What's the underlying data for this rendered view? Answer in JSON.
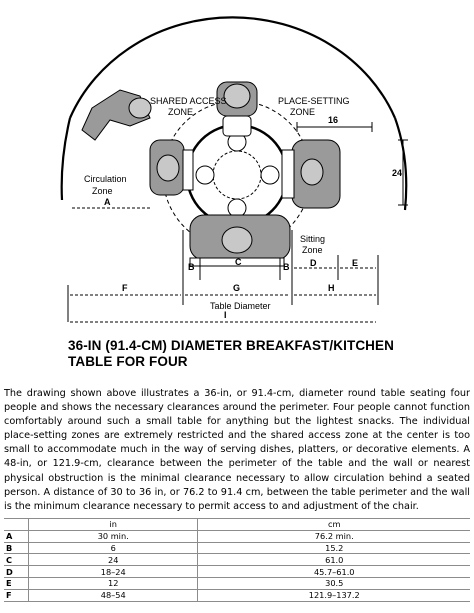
{
  "drawing": {
    "labels": {
      "shared_access": "SHARED ACCESS",
      "zone1": "ZONE",
      "place_setting": "PLACE-SETTING",
      "zone2": "ZONE",
      "circulation": "Circulation",
      "circulation_zone": "Zone",
      "sitting": "Sitting",
      "sitting_zone": "Zone",
      "table_diameter": "Table Diameter",
      "dim_16": "16",
      "dim_24": "24",
      "A": "A",
      "B1": "B",
      "B2": "B",
      "C": "C",
      "D": "D",
      "E": "E",
      "F": "F",
      "G": "G",
      "H": "H",
      "I": "I"
    }
  },
  "title": {
    "line1": "36-IN (91.4-CM) DIAMETER BREAKFAST/KITCHEN",
    "line2": "TABLE FOR FOUR"
  },
  "paragraph": "The drawing shown above illustrates a 36-in, or 91.4-cm, diameter round table seating four people and shows the necessary clearances around the perimeter. Four people cannot function comfortably around such a small table for anything but the lightest snacks. The individual place-setting zones are extremely restricted and the shared access zone at the center is too small to accommodate much in the way of serving dishes, platters, or decorative elements. A 48-in, or 121.9-cm, clearance between the perimeter of the table and the wall or nearest physical obstruction is the minimal clearance necessary to allow circulation behind a seated person. A distance of 30 to 36 in, or 76.2 to 91.4 cm, between the table perimeter and the wall is the minimum clearance necessary to permit access to and adjustment of the chair.",
  "table": {
    "headers": [
      "",
      "in",
      "cm"
    ],
    "rows": [
      {
        "key": "A",
        "in": "30 min.",
        "cm": "76.2 min."
      },
      {
        "key": "B",
        "in": "6",
        "cm": "15.2"
      },
      {
        "key": "C",
        "in": "24",
        "cm": "61.0"
      },
      {
        "key": "D",
        "in": "18–24",
        "cm": "45.7–61.0"
      },
      {
        "key": "E",
        "in": "12",
        "cm": "30.5"
      },
      {
        "key": "F",
        "in": "48–54",
        "cm": "121.9–137.2"
      }
    ]
  }
}
